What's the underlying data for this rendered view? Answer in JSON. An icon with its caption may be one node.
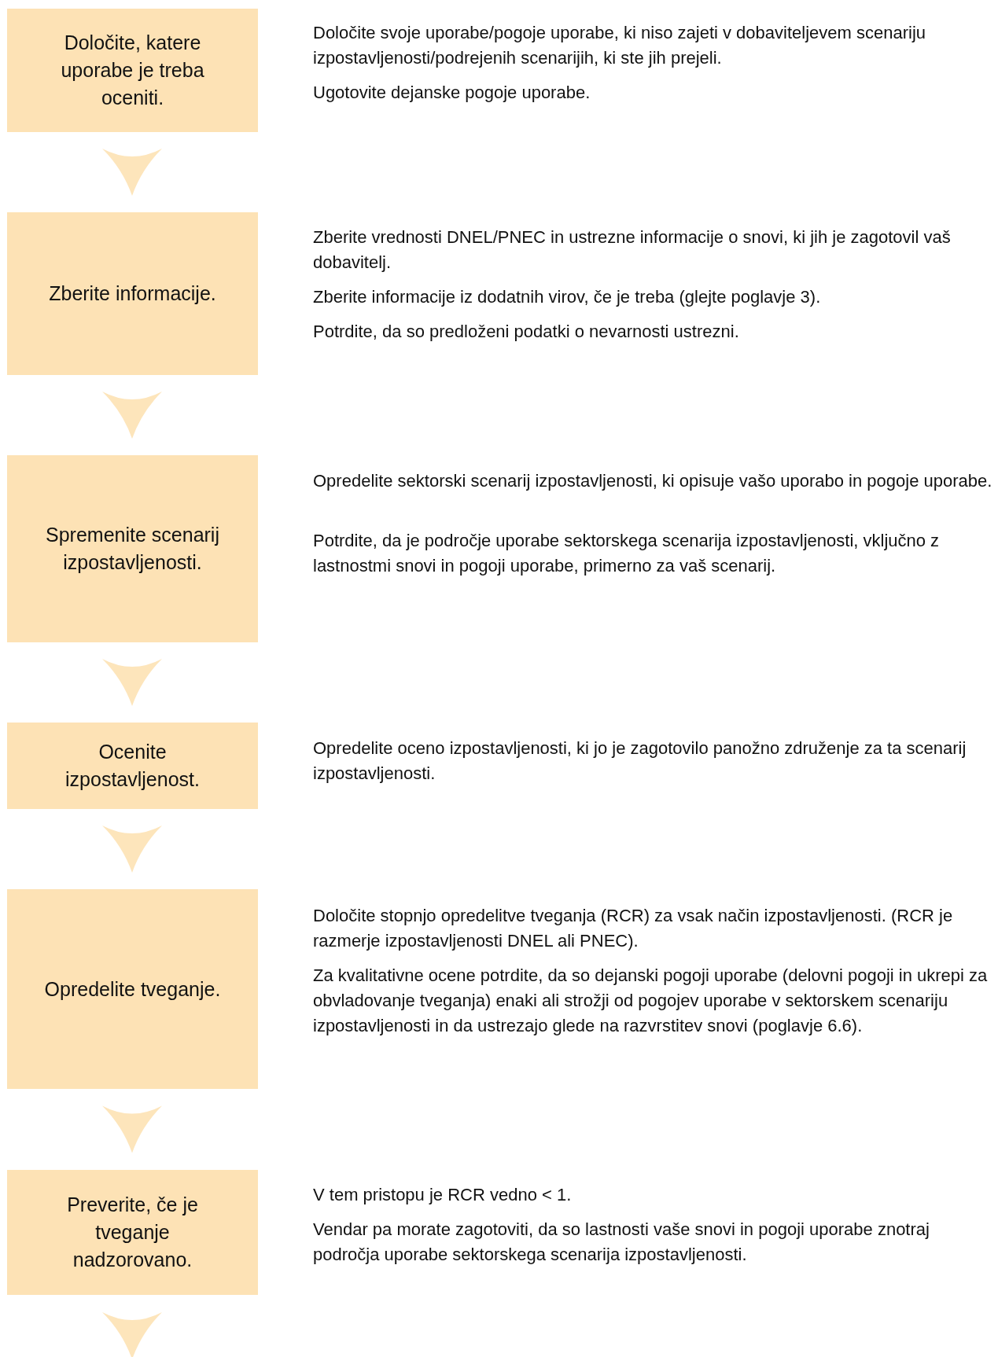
{
  "diagram": {
    "nodes": [
      {
        "text": [
          "Določite, katere uporabe je treba oceniti."
        ],
        "beside": [
          "Določite svoje uporabe/pogoje uporabe, ki niso zajeti v dobaviteljevem scenariju izpostavljenosti/podrejenih scenarijih, ki ste jih prejeli.",
          "Ugotovite dejanske pogoje uporabe."
        ]
      },
      {
        "text": [
          "Zberite informacije."
        ],
        "beside": [
          "Zberite vrednosti DNEL/PNEC in ustrezne informacije o snovi, ki jih je zagotovil vaš dobavitelj.",
          "Zberite informacije iz dodatnih virov, če je treba (glejte poglavje 3).",
          "Potrdite, da so predloženi podatki o nevarnosti ustrezni."
        ]
      },
      {
        "text": [
          "Spremenite scenarij izpostavljenosti."
        ],
        "beside": [
          "Opredelite sektorski scenarij izpostavljenosti, ki opisuje vašo uporabo in pogoje uporabe.",
          "Potrdite, da je področje uporabe sektorskega scenarija izpostavljenosti, vključno z lastnostmi snovi in pogoji uporabe, primerno za vaš scenarij."
        ]
      },
      {
        "text": [
          "Ocenite izpostavljenost."
        ],
        "beside": [
          "Opredelite oceno izpostavljenosti, ki jo je zagotovilo panožno združenje za ta scenarij izpostavljenosti."
        ]
      },
      {
        "text": [
          "Opredelite tveganje."
        ],
        "beside": [
          "Določite stopnjo opredelitve tveganja (RCR) za vsak način izpostavljenosti. (RCR je razmerje izpostavljenosti DNEL ali PNEC).",
          "Za kvalitativne ocene potrdite, da so dejanski pogoji uporabe (delovni pogoji in ukrepi za obvladovanje tveganja) enaki ali strožji od pogojev uporabe v sektorskem scenariju izpostavljenosti in da ustrezajo glede na razvrstitev snovi (poglavje 6.6)."
        ]
      },
      {
        "text": [
          "Preverite, če je tveganje nadzorovano."
        ],
        "beside": [
          "V tem pristopu je RCR vedno < 1.",
          "Vendar pa morate zagotoviti, da so lastnosti vaše snovi in pogoji uporabe znotraj področja uporabe sektorskega scenarija izpostavljenosti."
        ]
      }
    ],
    "edges": [
      {
        "from": 0,
        "to": 1,
        "arrow": "to"
      },
      {
        "from": 1,
        "to": 2,
        "arrow": "to"
      },
      {
        "from": 2,
        "to": 3,
        "arrow": "to"
      },
      {
        "from": 3,
        "to": 4,
        "arrow": "to"
      },
      {
        "from": 4,
        "to": 5,
        "arrow": "to"
      },
      {
        "from": 5,
        "to": null,
        "arrow": "to"
      }
    ]
  }
}
